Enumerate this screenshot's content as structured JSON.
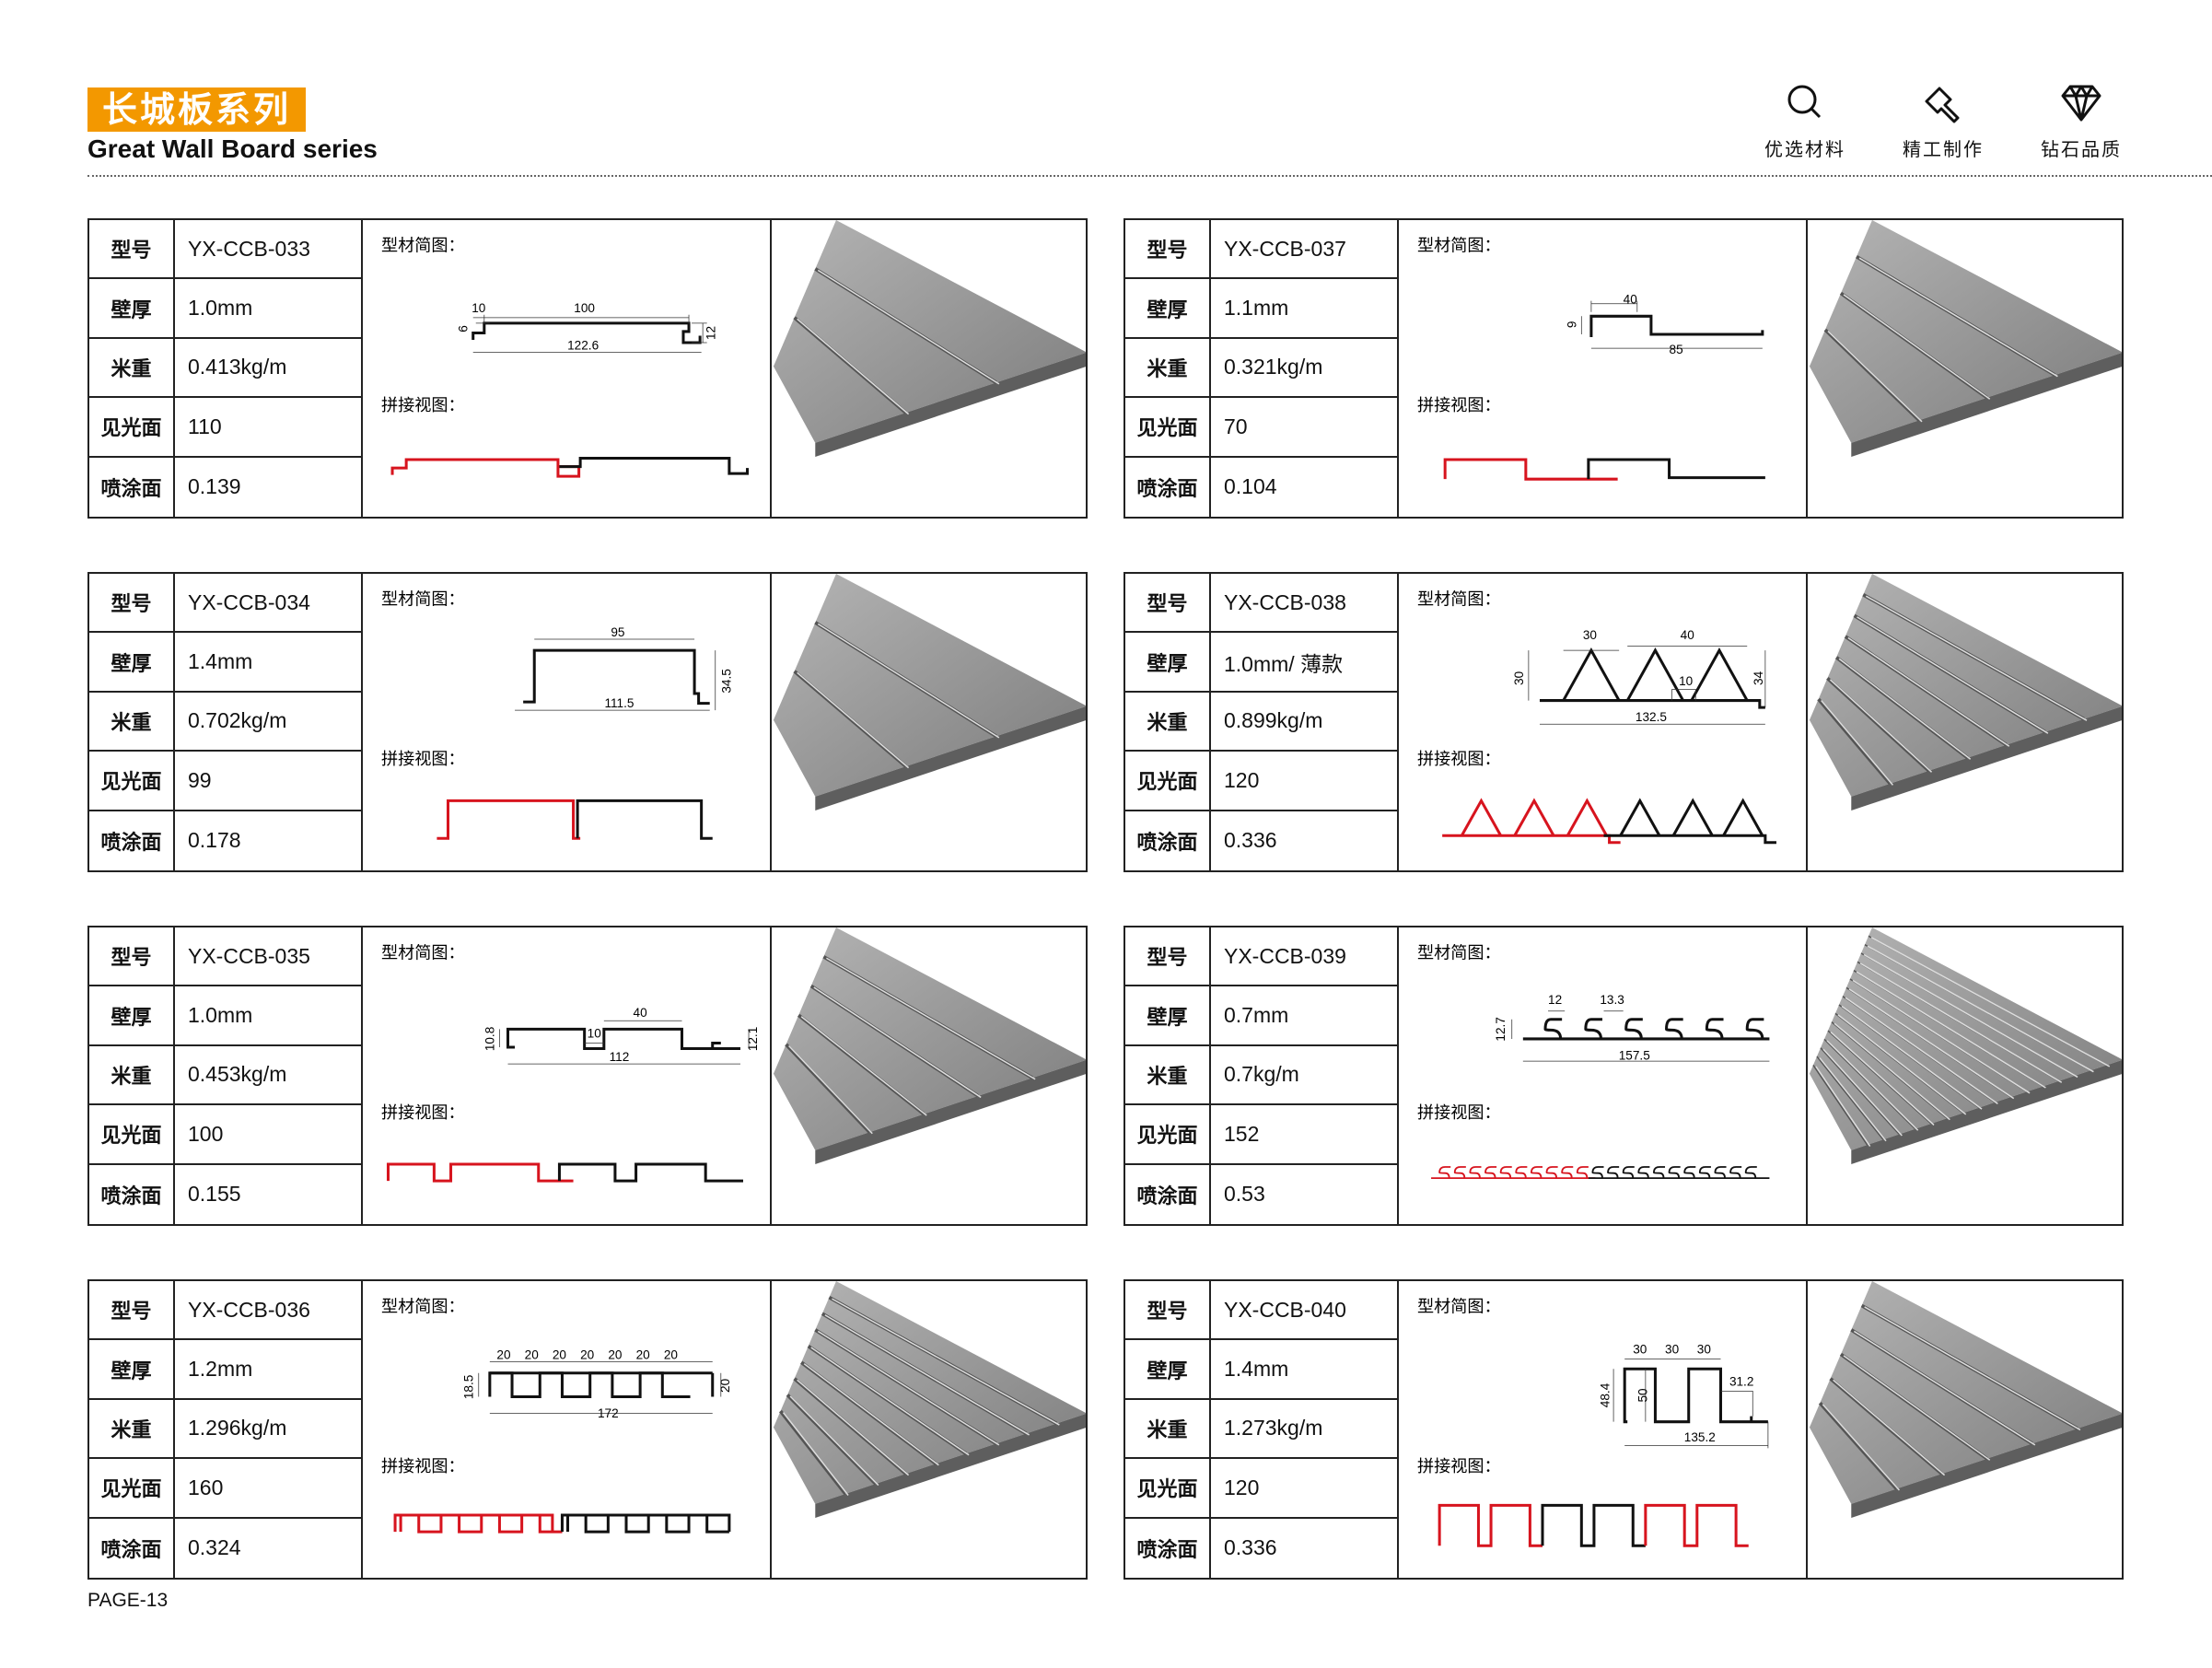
{
  "header": {
    "title_cn": "长城板系列",
    "title_en": "Great Wall Board series"
  },
  "features": [
    {
      "icon": "search-icon",
      "label": "优选材料"
    },
    {
      "icon": "hammer-icon",
      "label": "精工制作"
    },
    {
      "icon": "diamond-icon",
      "label": "钻石品质"
    }
  ],
  "labels": {
    "model": "型号",
    "thickness": "壁厚",
    "weight": "米重",
    "visible": "见光面",
    "spray": "喷涂面",
    "profile": "型材简图：",
    "joint": "拼接视图："
  },
  "colors": {
    "accent": "#f39800",
    "joint_red": "#d7141e"
  },
  "products": [
    {
      "model": "YX-CCB-033",
      "thickness": "1.0mm",
      "weight": "0.413kg/m",
      "visible": "110",
      "spray": "0.139",
      "dims": [
        "10",
        "100",
        "122.6",
        "6",
        "12"
      ]
    },
    {
      "model": "YX-CCB-037",
      "thickness": "1.1mm",
      "weight": "0.321kg/m",
      "visible": "70",
      "spray": "0.104",
      "dims": [
        "40",
        "85",
        "9"
      ]
    },
    {
      "model": "YX-CCB-034",
      "thickness": "1.4mm",
      "weight": "0.702kg/m",
      "visible": "99",
      "spray": "0.178",
      "dims": [
        "95",
        "111.5",
        "34.5"
      ]
    },
    {
      "model": "YX-CCB-038",
      "thickness": "1.0mm/ 薄款",
      "weight": "0.899kg/m",
      "visible": "120",
      "spray": "0.336",
      "dims": [
        "30",
        "40",
        "10",
        "132.5",
        "30",
        "34"
      ]
    },
    {
      "model": "YX-CCB-035",
      "thickness": "1.0mm",
      "weight": "0.453kg/m",
      "visible": "100",
      "spray": "0.155",
      "dims": [
        "10.8",
        "10",
        "40",
        "112",
        "12.1"
      ]
    },
    {
      "model": "YX-CCB-039",
      "thickness": "0.7mm",
      "weight": "0.7kg/m",
      "visible": "152",
      "spray": "0.53",
      "dims": [
        "12",
        "13.3",
        "12.7",
        "157.5"
      ]
    },
    {
      "model": "YX-CCB-036",
      "thickness": "1.2mm",
      "weight": "1.296kg/m",
      "visible": "160",
      "spray": "0.324",
      "dims": [
        "20",
        "20",
        "20",
        "20",
        "20",
        "20",
        "20",
        "18.5",
        "20",
        "172"
      ]
    },
    {
      "model": "YX-CCB-040",
      "thickness": "1.4mm",
      "weight": "1.273kg/m",
      "visible": "120",
      "spray": "0.336",
      "dims": [
        "30",
        "30",
        "30",
        "48.4",
        "50",
        "31.2",
        "135.2"
      ]
    }
  ],
  "page": "PAGE-13"
}
